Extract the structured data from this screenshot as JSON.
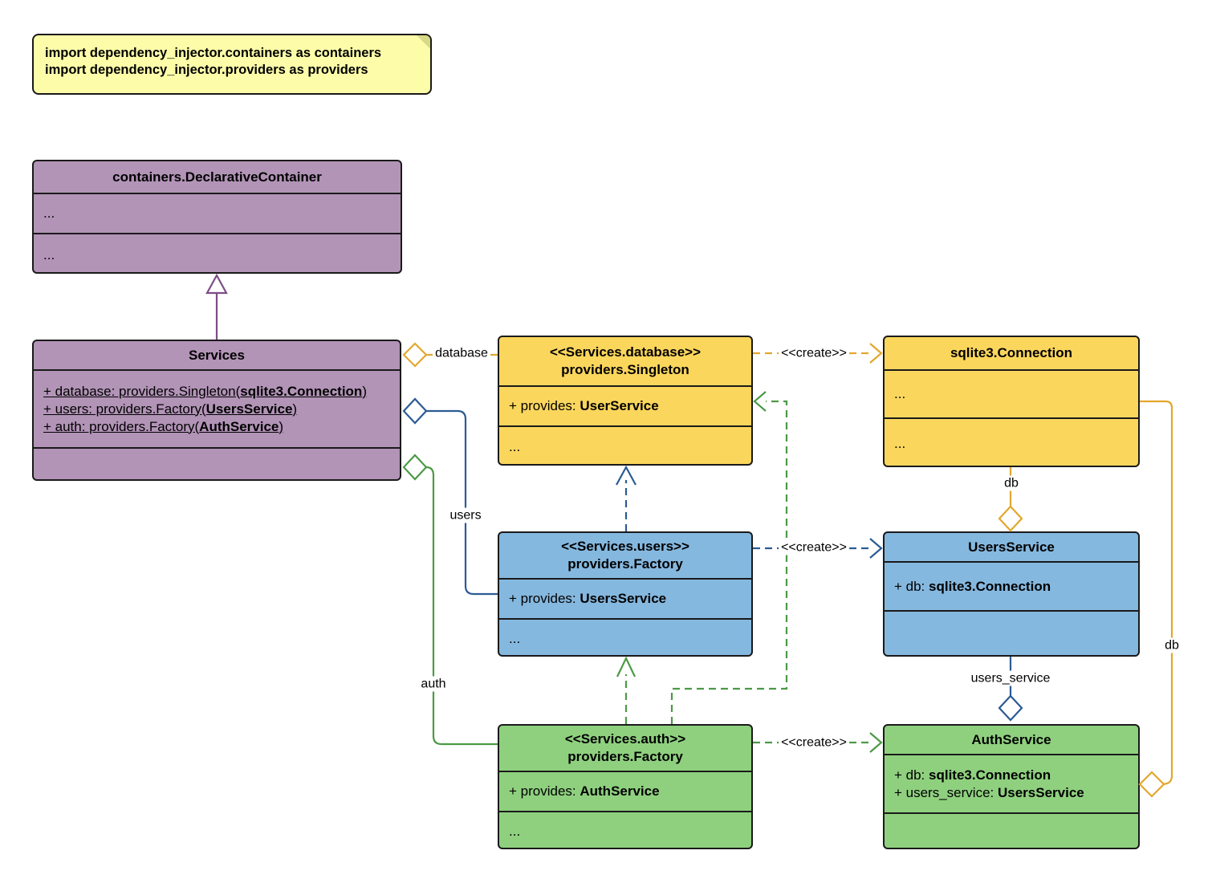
{
  "note": {
    "lines": [
      "import dependency_injector.containers as containers",
      "import dependency_injector.providers as providers"
    ]
  },
  "classes": {
    "declarative_container": {
      "title": "containers.DeclarativeContainer",
      "sections": [
        "...",
        "..."
      ]
    },
    "services": {
      "title": "Services",
      "attributes": [
        {
          "prefix": "+ database: providers.Singleton(",
          "value": "sqlite3.Connection",
          "suffix": ")"
        },
        {
          "prefix": "+ users: providers.Factory(",
          "value": "UsersService",
          "suffix": ")"
        },
        {
          "prefix": "+ auth: providers.Factory(",
          "value": "AuthService",
          "suffix": ")"
        }
      ]
    },
    "database_provider": {
      "stereotype": "<<Services.database>>",
      "title": "providers.Singleton",
      "attribute": {
        "prefix": "+ provides: ",
        "value": "UserService"
      },
      "more": "..."
    },
    "sqlite_connection": {
      "title": "sqlite3.Connection",
      "sections": [
        "...",
        "..."
      ]
    },
    "users_provider": {
      "stereotype": "<<Services.users>>",
      "title": "providers.Factory",
      "attribute": {
        "prefix": "+ provides: ",
        "value": "UsersService"
      },
      "more": "..."
    },
    "users_service": {
      "title": "UsersService",
      "attributes": [
        {
          "prefix": "+ db: ",
          "value": "sqlite3.Connection"
        }
      ]
    },
    "auth_provider": {
      "stereotype": "<<Services.auth>>",
      "title": "providers.Factory",
      "attribute": {
        "prefix": "+ provides: ",
        "value": "AuthService"
      },
      "more": "..."
    },
    "auth_service": {
      "title": "AuthService",
      "attributes": [
        {
          "prefix": "+ db: ",
          "value": "sqlite3.Connection"
        },
        {
          "prefix": "+ users_service: ",
          "value": "UsersService"
        }
      ]
    }
  },
  "edge_labels": {
    "database": "database",
    "users": "users",
    "auth": "auth",
    "create": "<<create>>",
    "db_top": "db",
    "db_right": "db",
    "users_service": "users_service"
  },
  "colors": {
    "purple_fill": "#B294B7",
    "purple_line": "#7D4C87",
    "yellow_fill": "#FBD65D",
    "yellow_line": "#E2A72E",
    "blue_fill": "#85B8DF",
    "blue_line": "#2B5B94",
    "green_fill": "#8FD07F",
    "green_line": "#4C9A46",
    "note_fill": "#FDFDA9",
    "border": "#1A1A1A",
    "text": "#000000"
  }
}
